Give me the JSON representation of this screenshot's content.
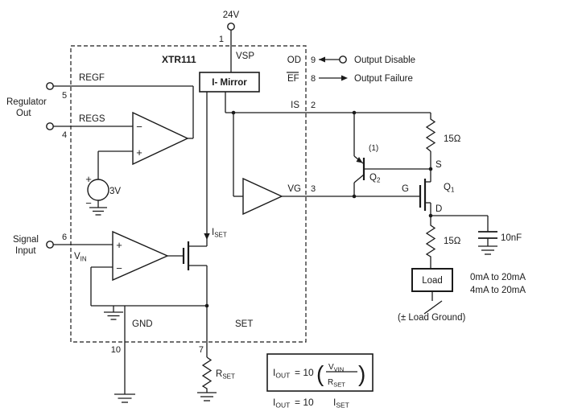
{
  "supply": "24V",
  "chip": {
    "name": "XTR111",
    "mirror": "I- Mirror"
  },
  "pins": {
    "vsp": {
      "name": "VSP",
      "num": "1"
    },
    "od": {
      "name": "OD",
      "num": "9"
    },
    "ef": {
      "name": "EF",
      "num": "8"
    },
    "is": {
      "name": "IS",
      "num": "2"
    },
    "vg": {
      "name": "VG",
      "num": "3"
    },
    "regf": {
      "name": "REGF",
      "num": "5"
    },
    "regs": {
      "name": "REGS",
      "num": "4"
    },
    "vin": {
      "sym": "V",
      "sub": "IN",
      "num": "6"
    },
    "gnd": {
      "name": "GND",
      "num": "10"
    },
    "set": {
      "name": "SET",
      "num": "7"
    }
  },
  "terminals": {
    "regulator_out": [
      "Regulator",
      "Out"
    ],
    "signal_input": [
      "Signal",
      "Input"
    ],
    "output_disable": "Output Disable",
    "output_failure": "Output Failure"
  },
  "internal": {
    "vref": "3V",
    "vref_plus": "+",
    "vref_minus": "−",
    "amp1_minus": "−",
    "amp1_plus": "+",
    "amp2_plus": "+",
    "amp2_minus": "−",
    "iset": {
      "sym": "I",
      "sub": "SET"
    }
  },
  "output_stage": {
    "q2": {
      "sym": "Q",
      "sub": "2"
    },
    "note": "(1)",
    "r_sense": "15Ω",
    "s": "S",
    "g": "G",
    "d": "D",
    "q1": {
      "sym": "Q",
      "sub": "1"
    },
    "r_out": "15Ω",
    "cap": "10nF",
    "load": "Load",
    "range1": "0mA to 20mA",
    "range2": "4mA to 20mA",
    "load_ground": "(± Load Ground)"
  },
  "rset": {
    "sym": "R",
    "sub": "SET"
  },
  "formula": {
    "lhs": {
      "sym": "I",
      "sub": "OUT"
    },
    "eq": "= 10",
    "paren_open": "(",
    "paren_close": ")",
    "num": {
      "sym": "V",
      "sub": "VIN"
    },
    "den": {
      "sym": "R",
      "sub": "SET"
    }
  },
  "formula2": {
    "lhs": {
      "sym": "I",
      "sub": "OUT"
    },
    "eq": "= 10",
    "rhs": {
      "sym": "I",
      "sub": "SET"
    }
  }
}
